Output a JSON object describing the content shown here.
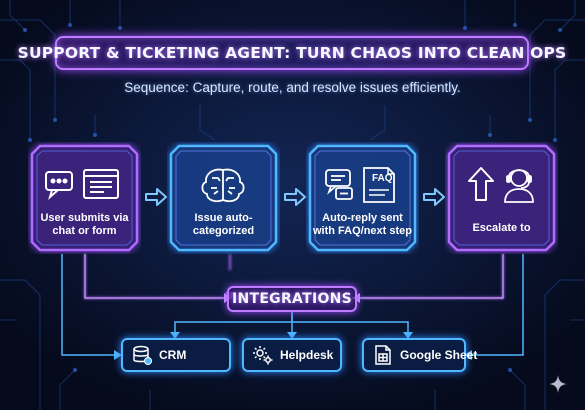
{
  "header": {
    "title": "SUPPORT & TICKETING AGENT: TURN CHAOS INTO CLEAN OPS",
    "subtitle": "Sequence: Capture, route, and resolve issues efficiently."
  },
  "steps": [
    {
      "label": "User submits via chat or form",
      "icons": [
        "chat-bubbles-icon",
        "form-window-icon"
      ]
    },
    {
      "label": "Issue auto-categorized",
      "icons": [
        "brain-circuit-icon"
      ]
    },
    {
      "label": "Auto-reply sent with FAQ/next step",
      "icons": [
        "reply-bubbles-icon",
        "faq-document-icon"
      ],
      "badge": "FAQ"
    },
    {
      "label": "Escalate to",
      "icons": [
        "up-arrow-icon",
        "support-agent-icon"
      ]
    }
  ],
  "integrations": {
    "label": "INTEGRATIONS",
    "tools": [
      {
        "label": "CRM",
        "icon": "database-icon"
      },
      {
        "label": "Helpdesk",
        "icon": "gears-icon"
      },
      {
        "label": "Google Sheet",
        "icon": "spreadsheet-icon"
      }
    ]
  },
  "colors": {
    "background": "#050a1c",
    "purple_glow": "#c07bff",
    "blue_glow": "#4fb8ff",
    "arrow": "#7fc8ff"
  }
}
